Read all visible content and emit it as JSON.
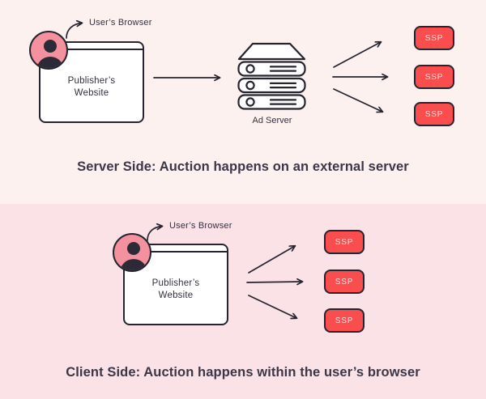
{
  "panels": {
    "server_side": {
      "user_browser_label": "User’s Browser",
      "browser": {
        "site_line1": "Publisher’s",
        "site_line2": "Website"
      },
      "ad_server_label": "Ad Server",
      "ssps": [
        "SSP",
        "SSP",
        "SSP"
      ],
      "caption": "Server Side: Auction happens on an external server"
    },
    "client_side": {
      "user_browser_label": "User’s Browser",
      "browser": {
        "site_line1": "Publisher’s",
        "site_line2": "Website"
      },
      "ssps": [
        "SSP",
        "SSP",
        "SSP"
      ],
      "caption": "Client Side: Auction happens within the user’s browser"
    }
  },
  "colors": {
    "top_panel_bg": "#fdf1f0",
    "bottom_panel_bg": "#fbe2e6",
    "ssp_red": "#fa4d4d",
    "avatar_pink": "#f4919f",
    "outline_dark": "#26242f",
    "caption_text": "#3b3648"
  },
  "icons": {
    "user-avatar-icon": "person-silhouette-in-circle",
    "curved-arrow-icon": "curved-callout-arrow",
    "flow-arrow-icon": "straight-arrow-right",
    "ad-server-icon": "server-rack-stack"
  }
}
